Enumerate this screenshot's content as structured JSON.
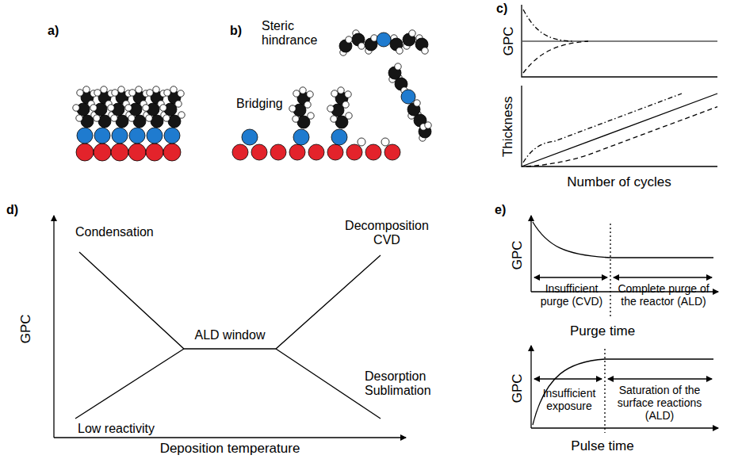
{
  "diagram": {
    "labels": [
      "a)",
      "b)",
      "Steric hindrance",
      "Bridging",
      "c)",
      "GPC",
      "Thickness",
      "Number of cycles",
      "d)",
      "GPC",
      "Condensation",
      "Decomposition CVD",
      "ALD window",
      "Low reactivity",
      "Desorption Sublimation",
      "Deposition temperature",
      "e)",
      "GPC",
      "Insufficient purge (CVD)",
      "Complete purge of the reactor (ALD)",
      "Purge time",
      "GPC",
      "Insufficient exposure",
      "Saturation of the surface reactions (ALD)",
      "Pulse time"
    ]
  }
}
